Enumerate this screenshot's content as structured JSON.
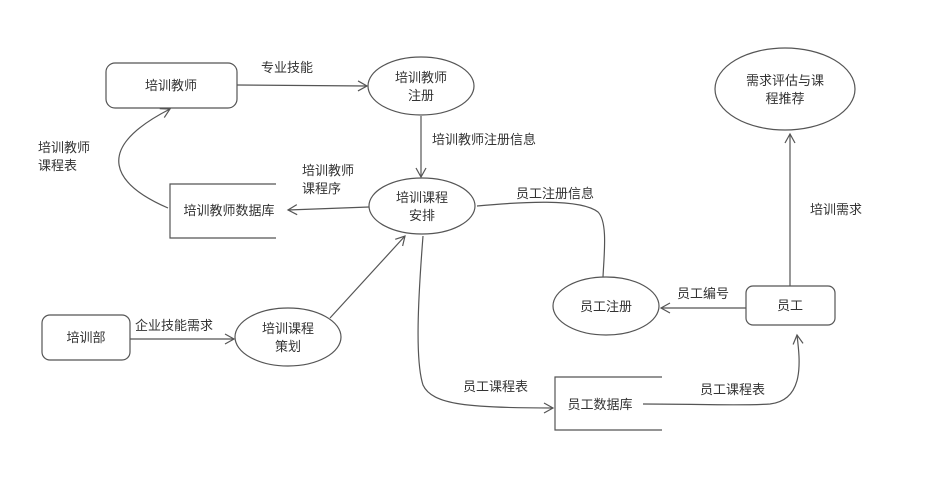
{
  "nodes": {
    "trainer": "培训教师",
    "trainer_register": [
      "培训教师",
      "注册"
    ],
    "needs_eval": [
      "需求评估与课",
      "程推荐"
    ],
    "trainer_db": "培训教师数据库",
    "course_arrange": [
      "培训课程",
      "安排"
    ],
    "employee_register": "员工注册",
    "employee": "员工",
    "training_dept": "培训部",
    "course_plan": [
      "培训课程",
      "策划"
    ],
    "employee_db": "员工数据库"
  },
  "flows": {
    "skills": "专业技能",
    "trainer_reg_info": "培训教师注册信息",
    "trainer_schedule": [
      "培训教师",
      "课程表"
    ],
    "trainer_course_order": [
      "培训教师",
      "课程序"
    ],
    "employee_reg_info": "员工注册信息",
    "training_needs": "培训需求",
    "employee_id": "员工编号",
    "enterprise_skill_needs": "企业技能需求",
    "employee_schedule_1": "员工课程表",
    "employee_schedule_2": "员工课程表"
  }
}
